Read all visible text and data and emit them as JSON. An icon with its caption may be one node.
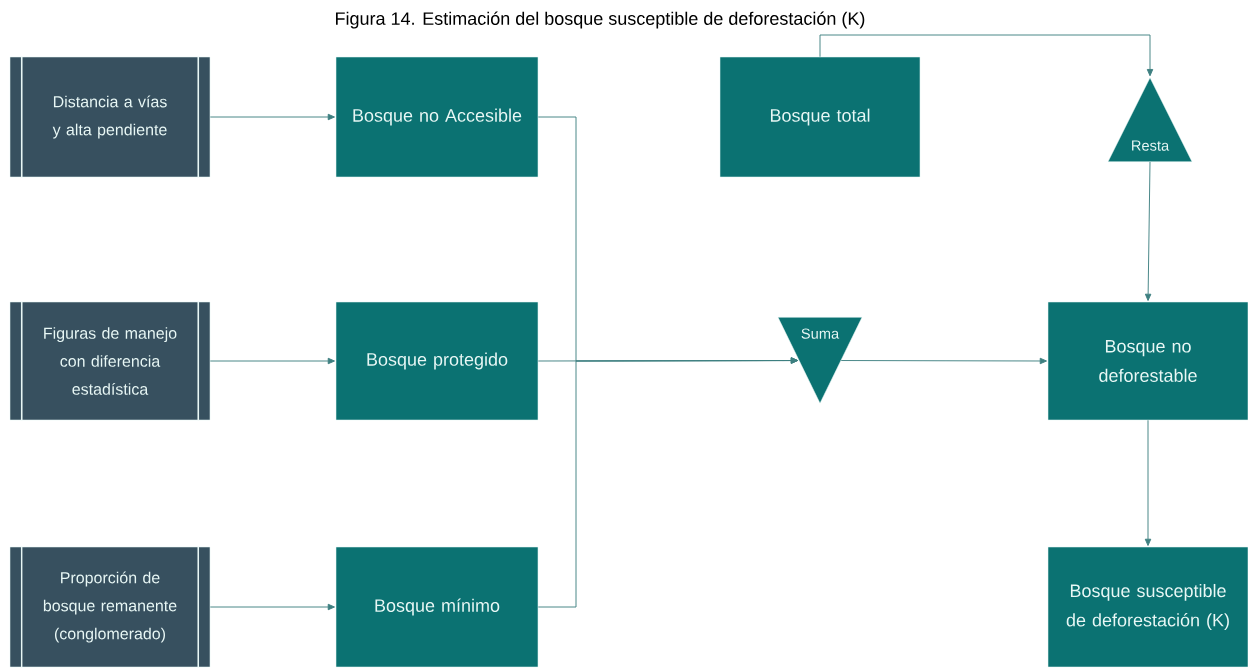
{
  "diagram": {
    "title": "Figura 14. Estimación del bosque susceptible de deforestación (K)",
    "nodes": [
      {
        "text": [
          "Distancia a vías y alta pendiente"
        ]
      },
      {
        "text": [
          "Figuras de manejo con diferencia estadística"
        ]
      },
      {
        "text": [
          "Proporción de bosque remanente (conglomerado)"
        ]
      },
      {
        "text": [
          "Bosque no Accesible"
        ]
      },
      {
        "text": [
          "Bosque protegido"
        ]
      },
      {
        "text": [
          "Bosque mínimo"
        ]
      },
      {
        "text": [
          "Bosque total"
        ]
      },
      {
        "text": [
          "Resta"
        ]
      },
      {
        "text": [
          "Suma"
        ]
      },
      {
        "text": [
          "Bosque no deforestable"
        ]
      },
      {
        "text": [
          "Bosque susceptible de deforestación (K)"
        ]
      }
    ],
    "edges": [
      {
        "from": 0,
        "to": 3,
        "arrow": "to"
      },
      {
        "from": 1,
        "to": 4,
        "arrow": "to"
      },
      {
        "from": 2,
        "to": 5,
        "arrow": "to"
      },
      {
        "from": 3,
        "to": 8,
        "arrow": "to"
      },
      {
        "from": 4,
        "to": 8,
        "arrow": "to"
      },
      {
        "from": 5,
        "to": 8,
        "arrow": "to"
      },
      {
        "from": 8,
        "to": 9,
        "arrow": "to"
      },
      {
        "from": 6,
        "to": 7,
        "arrow": "to"
      },
      {
        "from": 7,
        "to": 9,
        "arrow": "to"
      },
      {
        "from": 9,
        "to": 10,
        "arrow": "to"
      }
    ]
  }
}
